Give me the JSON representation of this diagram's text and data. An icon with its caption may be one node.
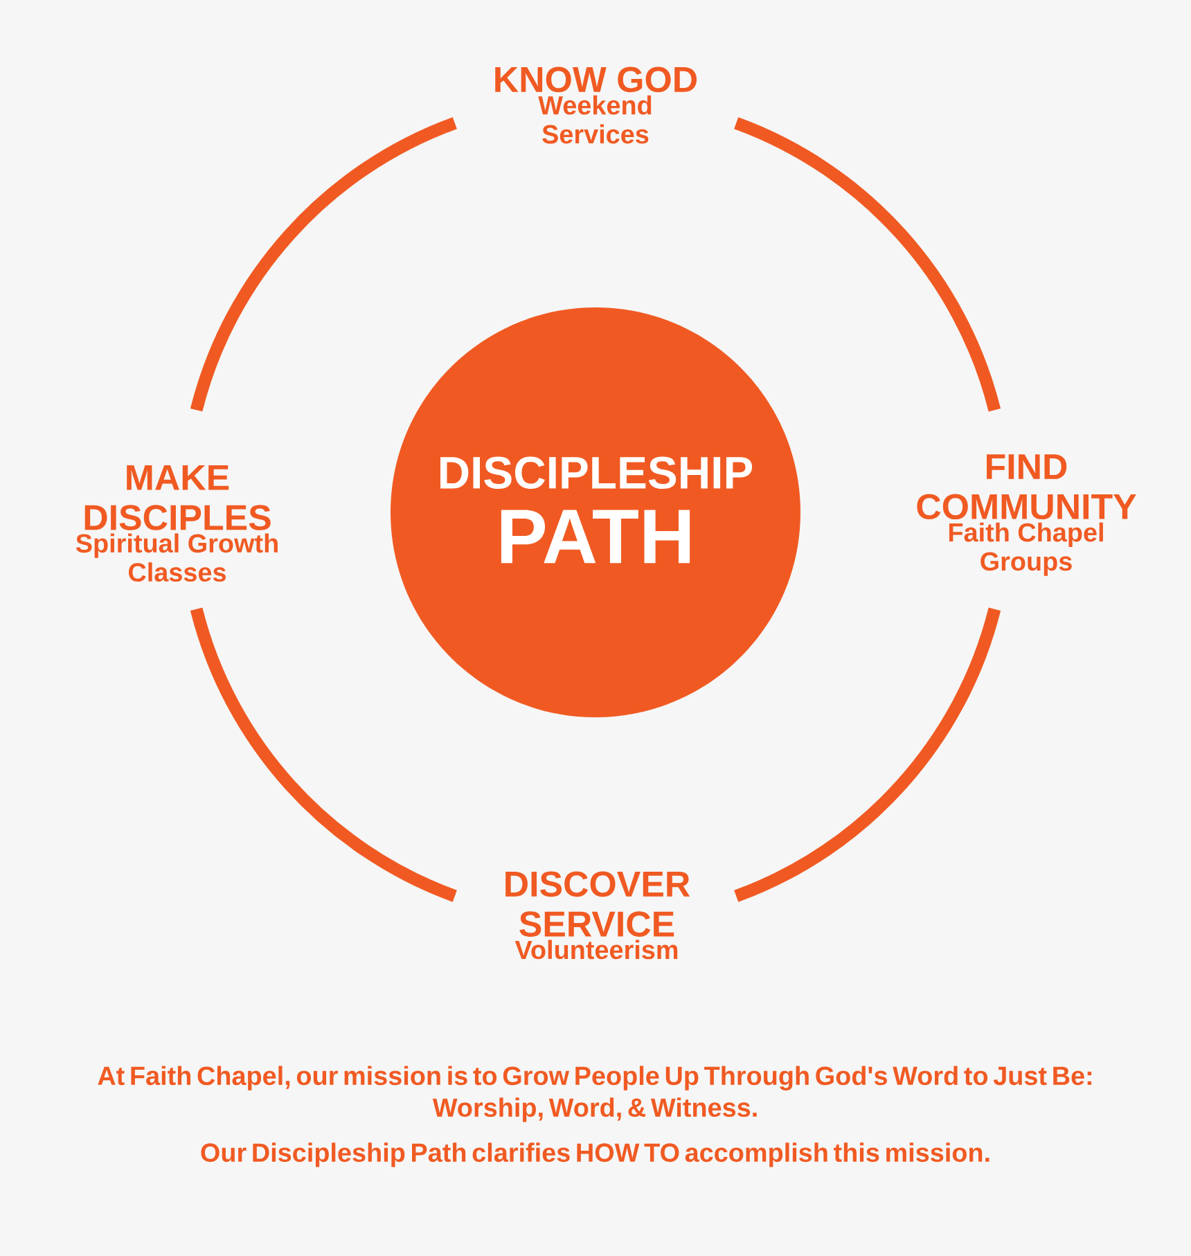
{
  "diagram": {
    "nodes": [
      {
        "text": [
          "KNOW GOD",
          "Weekend Services"
        ]
      },
      {
        "text": [
          "MAKE DISCIPLES",
          "Spiritual Growth Classes"
        ]
      },
      {
        "text": [
          "DISCIPLESHIP",
          "PATH"
        ]
      },
      {
        "text": [
          "FIND COMMUNITY",
          "Faith Chapel Groups"
        ]
      },
      {
        "text": [
          "DISCOVER SERVICE",
          "Volunteerism"
        ]
      }
    ],
    "edges": [
      {
        "from": 0,
        "to": 3,
        "arrow": "none"
      },
      {
        "from": 3,
        "to": 4,
        "arrow": "none"
      },
      {
        "from": 4,
        "to": 1,
        "arrow": "none"
      },
      {
        "from": 1,
        "to": 0,
        "arrow": "none"
      }
    ],
    "labels": [
      "At Faith Chapel, our mission is to Grow People Up Through God's Word to Just Be: Worship, Word, & Witness.",
      "Our Discipleship Path clarifies HOW TO accomplish this mission."
    ]
  }
}
